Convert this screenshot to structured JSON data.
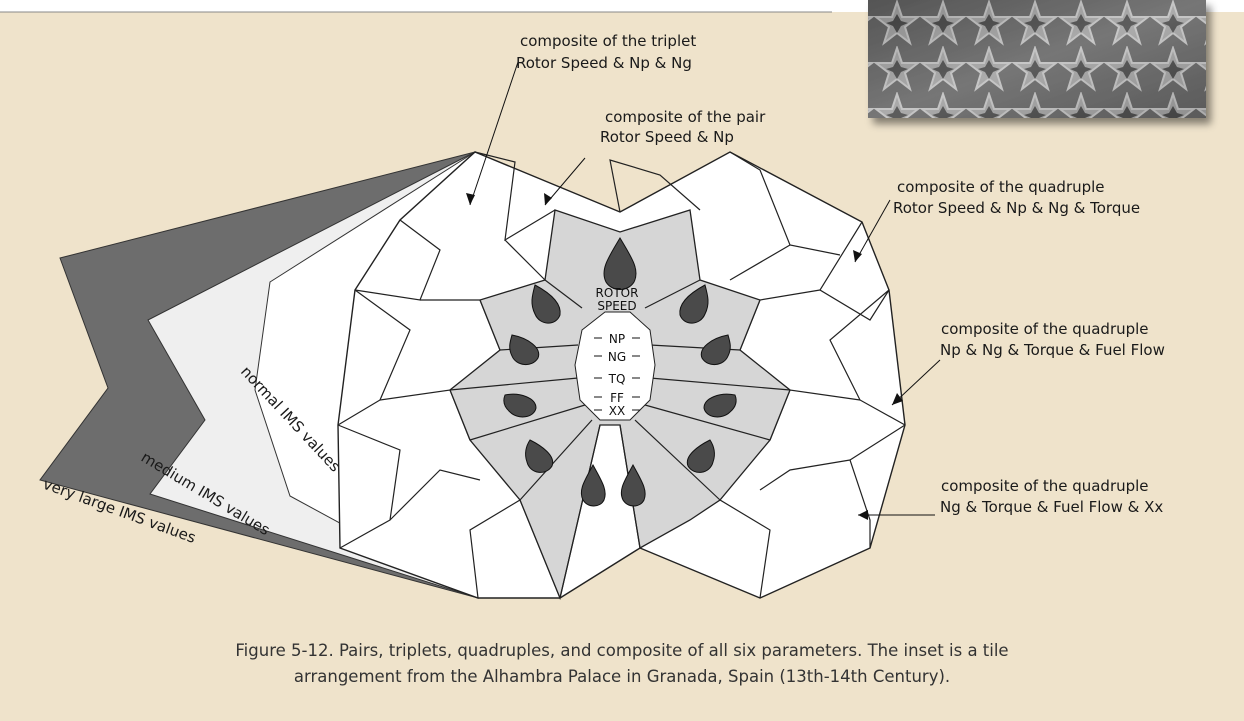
{
  "diagram": {
    "rotor_label_1": "ROTOR",
    "rotor_label_2": "SPEED",
    "params": [
      "NP",
      "NG",
      "TQ",
      "FF",
      "XX"
    ],
    "ims": {
      "very_large": "very large IMS values",
      "medium": "medium IMS values",
      "normal": "normal IMS values"
    },
    "annotations": {
      "triplet": {
        "line1": "composite of the triplet",
        "line2": "Rotor Speed & Np & Ng"
      },
      "pair": {
        "line1": "composite of the pair",
        "line2": "Rotor Speed & Np"
      },
      "quad1": {
        "line1": "composite of the quadruple",
        "line2": "Rotor Speed & Np & Ng & Torque"
      },
      "quad2": {
        "line1": "composite of the quadruple",
        "line2": "Np & Ng & Torque & Fuel Flow"
      },
      "quad3": {
        "line1": "composite of the quadruple",
        "line2": "Ng & Torque & Fuel Flow & Xx"
      }
    }
  },
  "caption": {
    "line1": "Figure 5-12. Pairs, triplets, quadruples, and composite of all six parameters. The inset is a tile",
    "line2": "arrangement from the Alhambra Palace in Granada, Spain (13th-14th Century)."
  }
}
